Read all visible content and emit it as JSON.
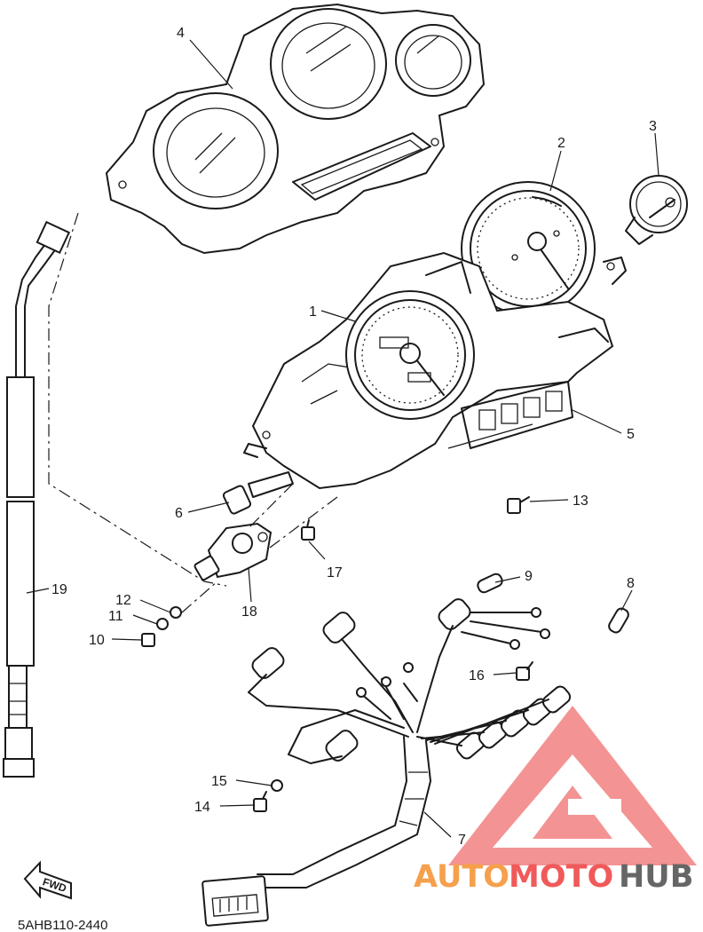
{
  "diagram_code": "5AHB110-2440",
  "fwd_label": "FWD",
  "watermark": {
    "part1": "AUTO",
    "part2": "MOTO",
    "part3": "HUB",
    "colors": {
      "auto": "#f6a04d",
      "moto": "#f05a5a",
      "hub": "#666666",
      "logo": "#f28080"
    }
  },
  "callouts": [
    "1",
    "2",
    "3",
    "4",
    "5",
    "6",
    "7",
    "8",
    "9",
    "10",
    "11",
    "12",
    "13",
    "14",
    "15",
    "16",
    "17",
    "18",
    "19"
  ]
}
